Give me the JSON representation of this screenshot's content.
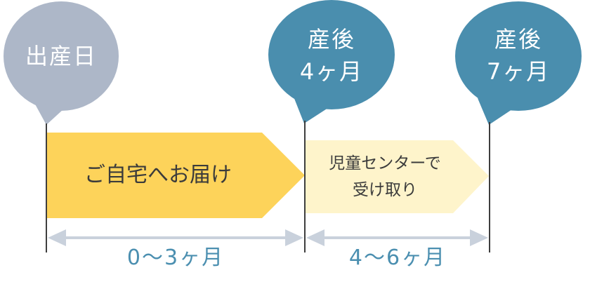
{
  "milestones": {
    "birth": {
      "label": "出産日",
      "color": "#adb7c8"
    },
    "month4": {
      "line1": "産後",
      "line2": "4ヶ月",
      "color": "#4a8eae"
    },
    "month7": {
      "line1": "産後",
      "line2": "7ヶ月",
      "color": "#4a8eae"
    }
  },
  "phases": {
    "home_delivery": {
      "label": "ご自宅へお届け",
      "color": "#fdd35a"
    },
    "center_pickup": {
      "line1": "児童センターで",
      "line2": "受け取り",
      "color": "#fef4cb"
    }
  },
  "ranges": {
    "first": {
      "label": "0～3ヶ月"
    },
    "second": {
      "label": "4～6ヶ月"
    }
  },
  "colors": {
    "marker_line": "#3e3e3e",
    "range_line": "#c9d1dc",
    "range_text": "#4b8fb0"
  }
}
